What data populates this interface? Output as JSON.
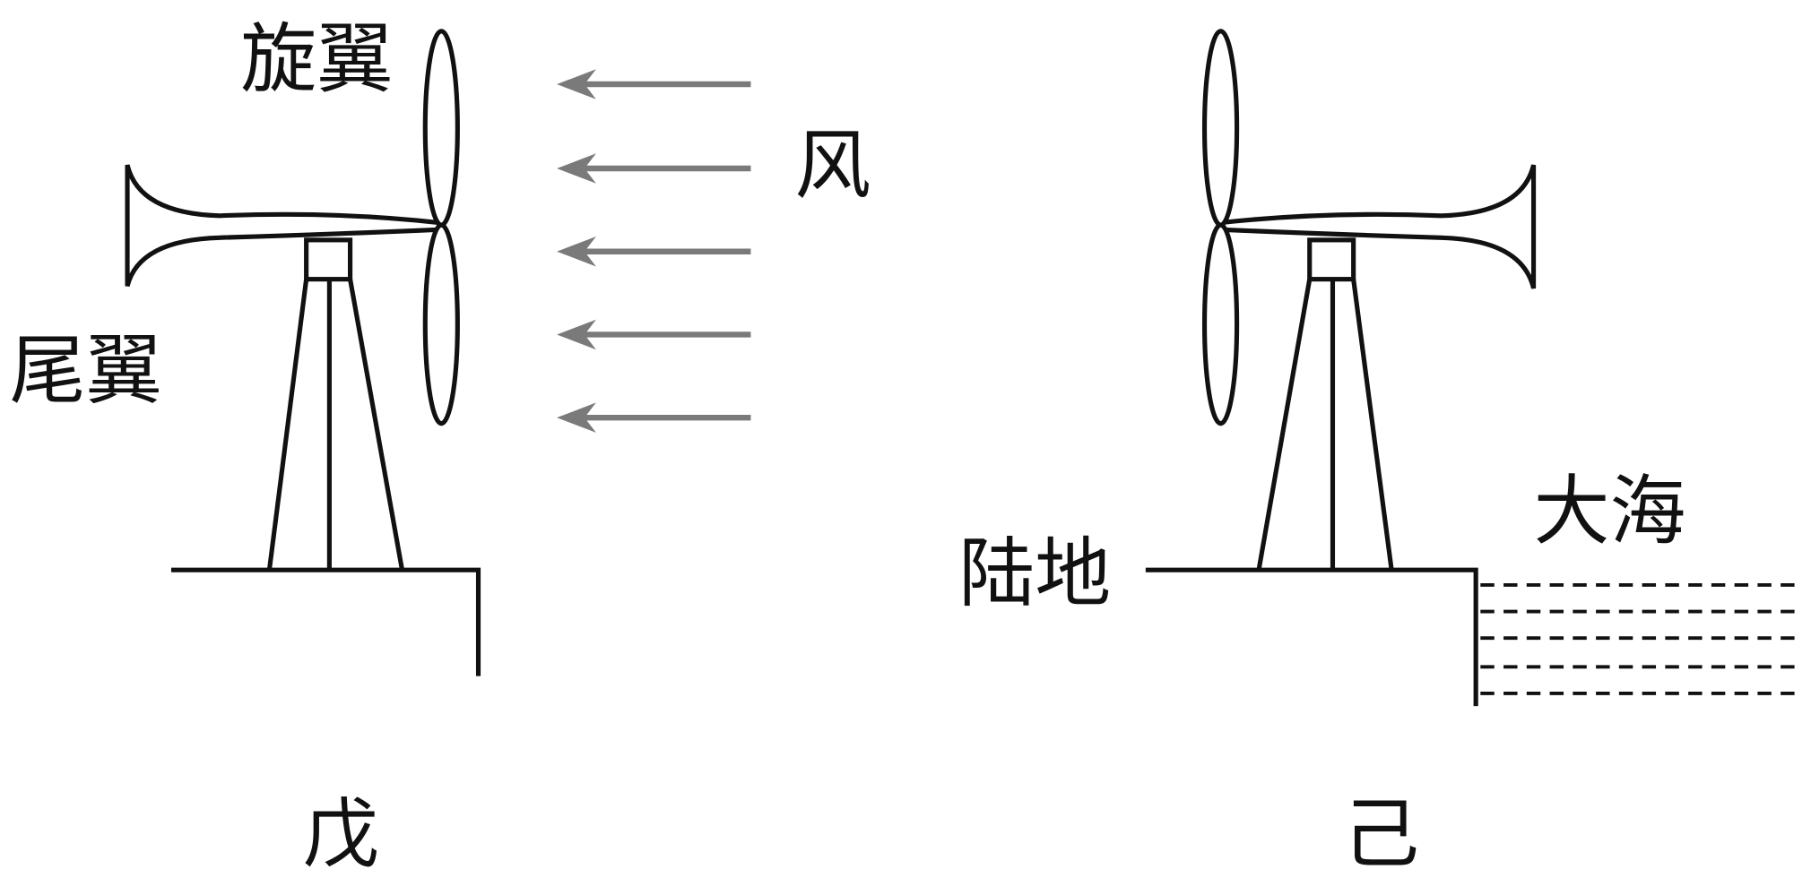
{
  "labels": {
    "rotor": "旋翼",
    "tail": "尾翼",
    "wind": "风",
    "land": "陆地",
    "sea": "大海",
    "figure_left": "戊",
    "figure_right": "己"
  },
  "colors": {
    "line": "#111111",
    "wind_arrow": "#7a7a7a"
  }
}
